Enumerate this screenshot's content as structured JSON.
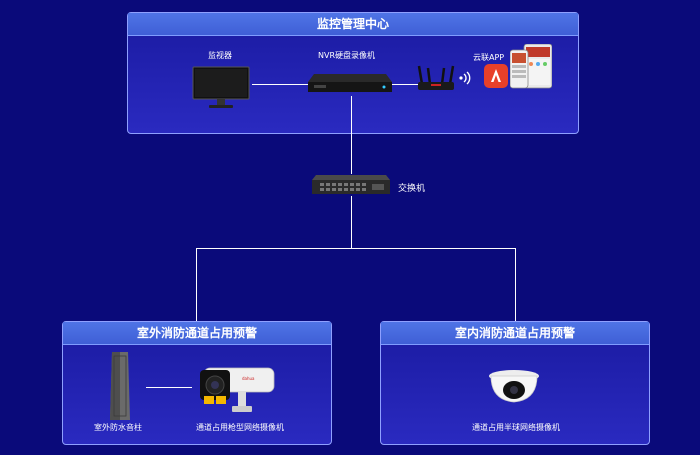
{
  "center": {
    "title": "监控管理中心",
    "monitor_label": "监视器",
    "nvr_label": "NVR硬盘录像机",
    "app_label": "云联APP"
  },
  "switch": {
    "label": "交换机"
  },
  "outdoor": {
    "title": "室外消防通道占用预警",
    "pole_label": "室外防水音柱",
    "camera_label": "通道占用枪型网络摄像机"
  },
  "indoor": {
    "title": "室内消防通道占用预警",
    "camera_label": "通道占用半球网络摄像机"
  },
  "colors": {
    "background": "#0a0a7a",
    "panel_header": "#4a6ee0",
    "panel_border": "#8fa0ff"
  }
}
